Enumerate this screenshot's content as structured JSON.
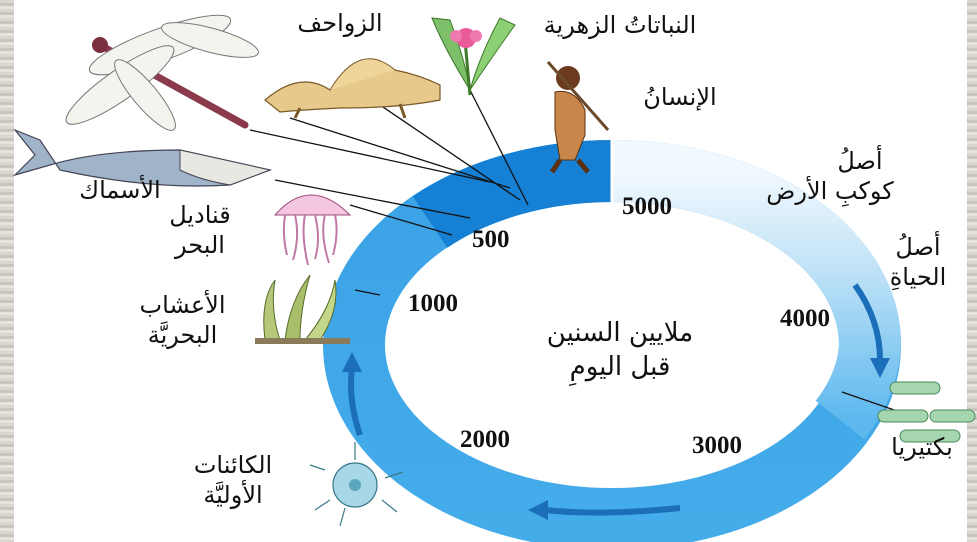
{
  "center_caption": {
    "line1": "ملايين السنين",
    "line2": "قبل اليومِ"
  },
  "scale": [
    "5000",
    "4000",
    "3000",
    "2000",
    "1000",
    "500"
  ],
  "events": {
    "earth_origin": {
      "line1": "أصلُ",
      "line2": "كوكبِ الأرض"
    },
    "life_origin": {
      "line1": "أصلُ",
      "line2": "الحياةِ"
    },
    "bacteria": "بكتيريا",
    "protists": {
      "line1": "الكائنات",
      "line2": "الأوليَّة"
    },
    "seaweed": {
      "line1": "الأعشاب",
      "line2": "البحريَّة"
    },
    "jellyfish": {
      "line1": "قناديل",
      "line2": "البحر"
    },
    "fish": "الأسماك",
    "reptiles": "الزواحف",
    "flowering_plants": "النباتاتُ الزهرية",
    "humans": "الإنسانُ"
  },
  "colors": {
    "ring_dark": "#1e88d6",
    "ring_mid": "#4fb0ea",
    "ring_light": "#d9eefb",
    "arrow": "#1a6fb8"
  },
  "icons": [
    "dragonfly-icon",
    "fish-icon",
    "dimetrodon-icon",
    "flower-icon",
    "caveman-icon",
    "jellyfish-icon",
    "seaweed-icon",
    "protist-icon",
    "bacteria-icon"
  ]
}
